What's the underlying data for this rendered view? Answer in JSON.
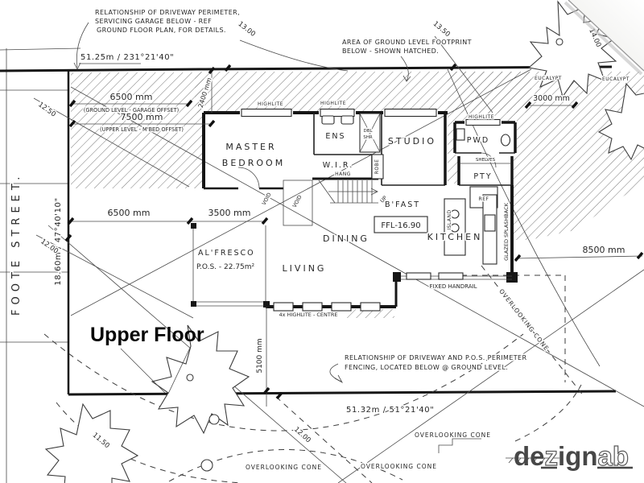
{
  "colors": {
    "ink": "#1d1d1d",
    "paper": "#ffffff",
    "hatch": "#6a6a6a",
    "logo_gray": "#474747"
  },
  "title": {
    "floor_label": "Upper Floor"
  },
  "street": {
    "label": "FOOTE  STREET."
  },
  "logo": {
    "de": "de",
    "z": "z",
    "ign": "ign",
    "ab": "ab"
  },
  "notes": {
    "driveway1": "RELATIONSHIP OF DRIVEWAY PERIMETER,",
    "driveway2": "SERVICING GARAGE BELOW - REF",
    "driveway3": "GROUND FLOOR PLAN, FOR DETAILS.",
    "footprint1": "AREA OF GROUND LEVEL FOOTPRINT",
    "footprint2": "BELOW - SHOWN HATCHED.",
    "fencing1": "RELATIONSHIP OF DRIVEWAY AND P.O.S. PERIMETER",
    "fencing2": "FENCING, LOCATED BELOW @ GROUND LEVEL."
  },
  "boundaries": {
    "top": "51.25m / 231°21'40\"",
    "bottom": "51.32m / 51°21'40\"",
    "left": "18.60m / 47°40'10\""
  },
  "contours": {
    "c1": "11.50",
    "c2": "12.00",
    "c3": "12.00",
    "c4": "12.50",
    "c5": "13.00",
    "c6": "13.50",
    "c7": "14.00"
  },
  "dims": {
    "d6500a": "6500 mm",
    "d6500a_sub": "(GROUND LEVEL - GARAGE OFFSET)",
    "d7500": "7500 mm",
    "d7500_sub": "(UPPER LEVEL - M'BED OFFSET)",
    "d6500b": "6500 mm",
    "d3500": "3500 mm",
    "d2400": "2400 mm",
    "d5100": "5100 mm",
    "d8500": "8500 mm",
    "d3000": "3000 mm"
  },
  "rooms": {
    "master1": "MASTER",
    "master2": "BEDROOM",
    "ens": "ENS",
    "wir": "W.I.R.",
    "studio": "STUDIO",
    "pwd": "PWD",
    "pty": "PTY",
    "bfast": "B'FAST",
    "kitchen": "KITCHEN",
    "dining": "DINING",
    "living": "LIVING",
    "alfresco": "AL'FRESCO",
    "alfresco_pos": "P.O.S. - 22.75m²"
  },
  "fixtures": {
    "hang": "HANG",
    "robe": "ROBE",
    "shelves": "SHELVES",
    "ref": "REF",
    "island": "ISLAND",
    "dbl": "DBL",
    "shr": "SHR",
    "void": "VOID",
    "up": "UP",
    "highlite": "HIGHLITE",
    "highlite_centre": "4x HIGHLITE - CENTRE",
    "splashback": "GLAZED SPLASHBACK",
    "handrail": "FIXED HANDRAIL",
    "ffl": "FFL-16.90"
  },
  "site": {
    "eucalypt": "EUCALYPT",
    "overlooking": "OVERLOOKING CONE"
  }
}
